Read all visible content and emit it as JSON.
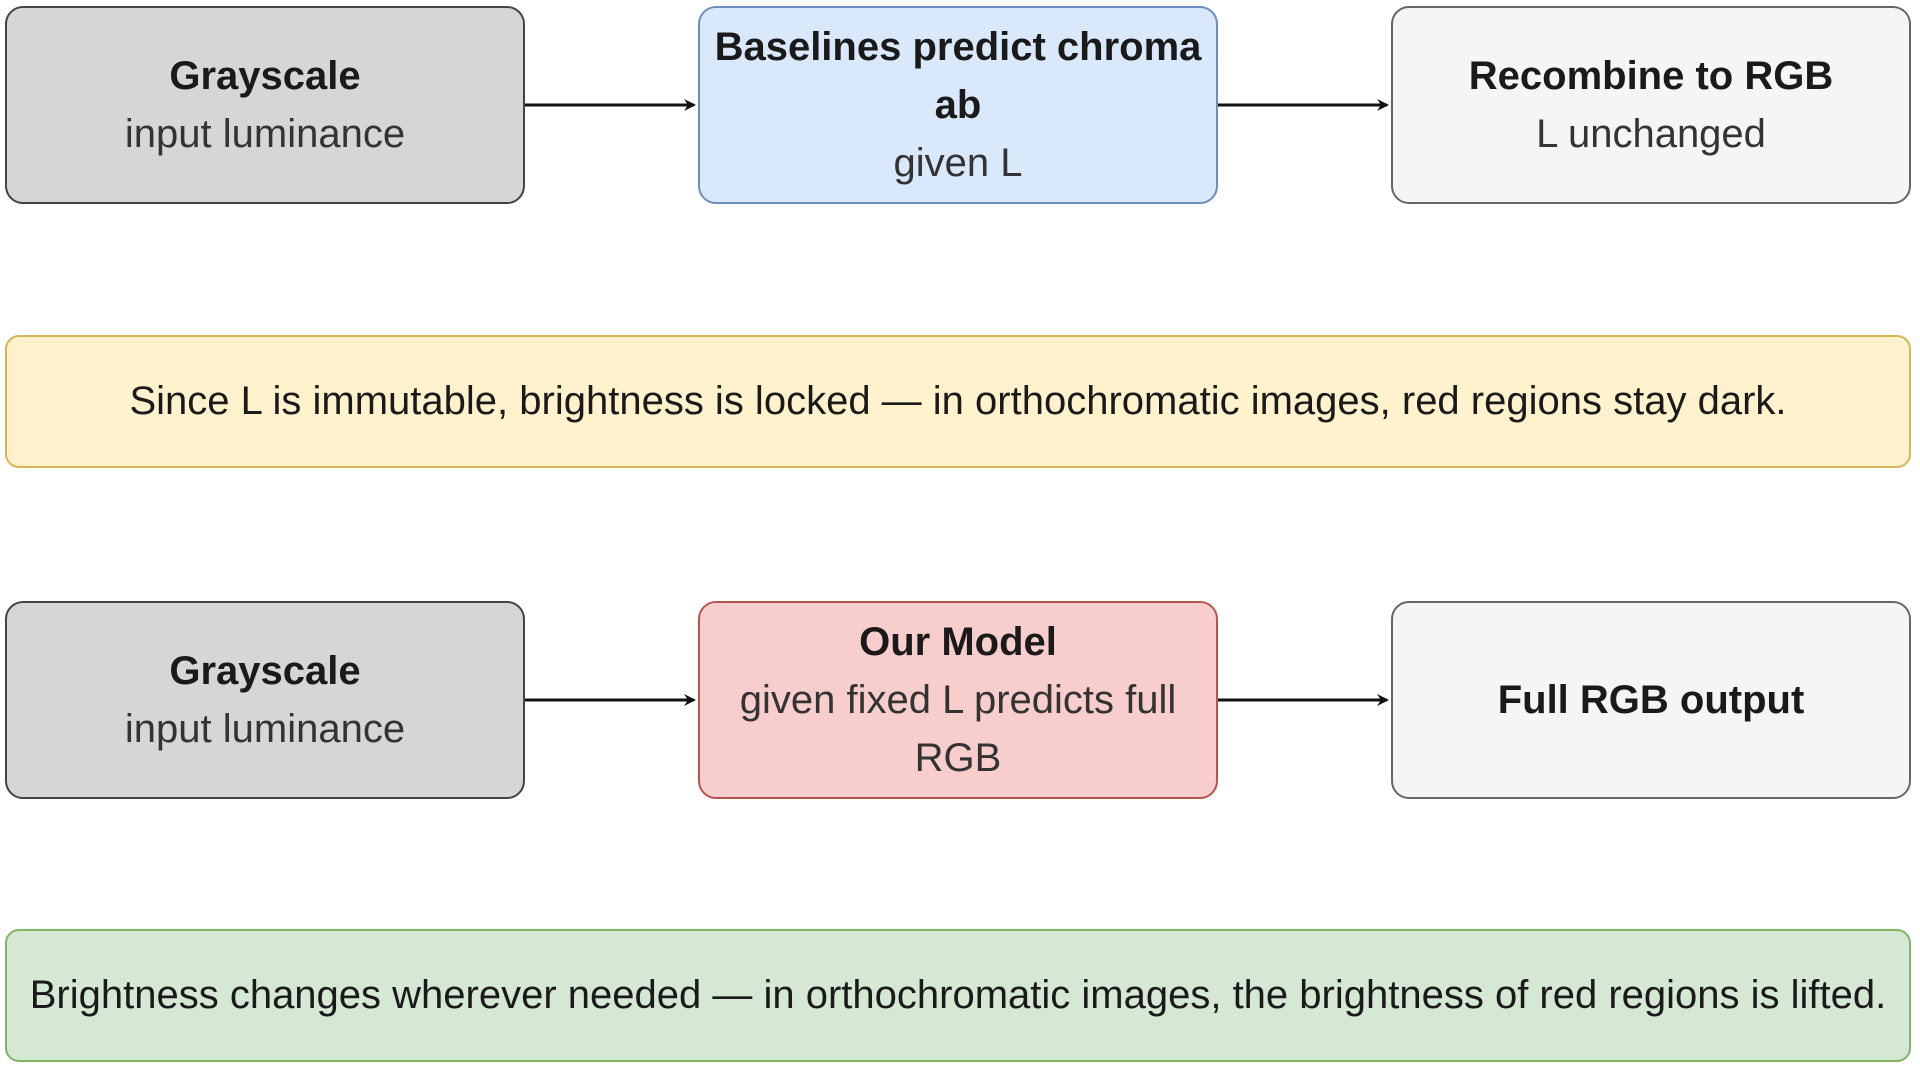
{
  "row1": {
    "input": {
      "title": "Grayscale",
      "sub": "input luminance"
    },
    "model": {
      "title": "Baselines predict chroma ab",
      "sub": "given L"
    },
    "output": {
      "title": "Recombine to RGB",
      "sub": "L unchanged"
    }
  },
  "note1": "Since L is immutable, brightness is locked — in orthochromatic images, red regions stay dark.",
  "row2": {
    "input": {
      "title": "Grayscale",
      "sub": "input luminance"
    },
    "model": {
      "title": "Our Model",
      "sub": "given fixed L predicts full RGB"
    },
    "output": {
      "title": "Full RGB output"
    }
  },
  "note2": "Brightness changes wherever needed — in orthochromatic images, the brightness of red regions is lifted.",
  "colors": {
    "gray": "#d6d6d6",
    "blue": "#dae8fc",
    "red": "#f8cecc",
    "white": "#f5f5f5",
    "yellow": "#fff2cc",
    "green": "#d5e8d4"
  }
}
